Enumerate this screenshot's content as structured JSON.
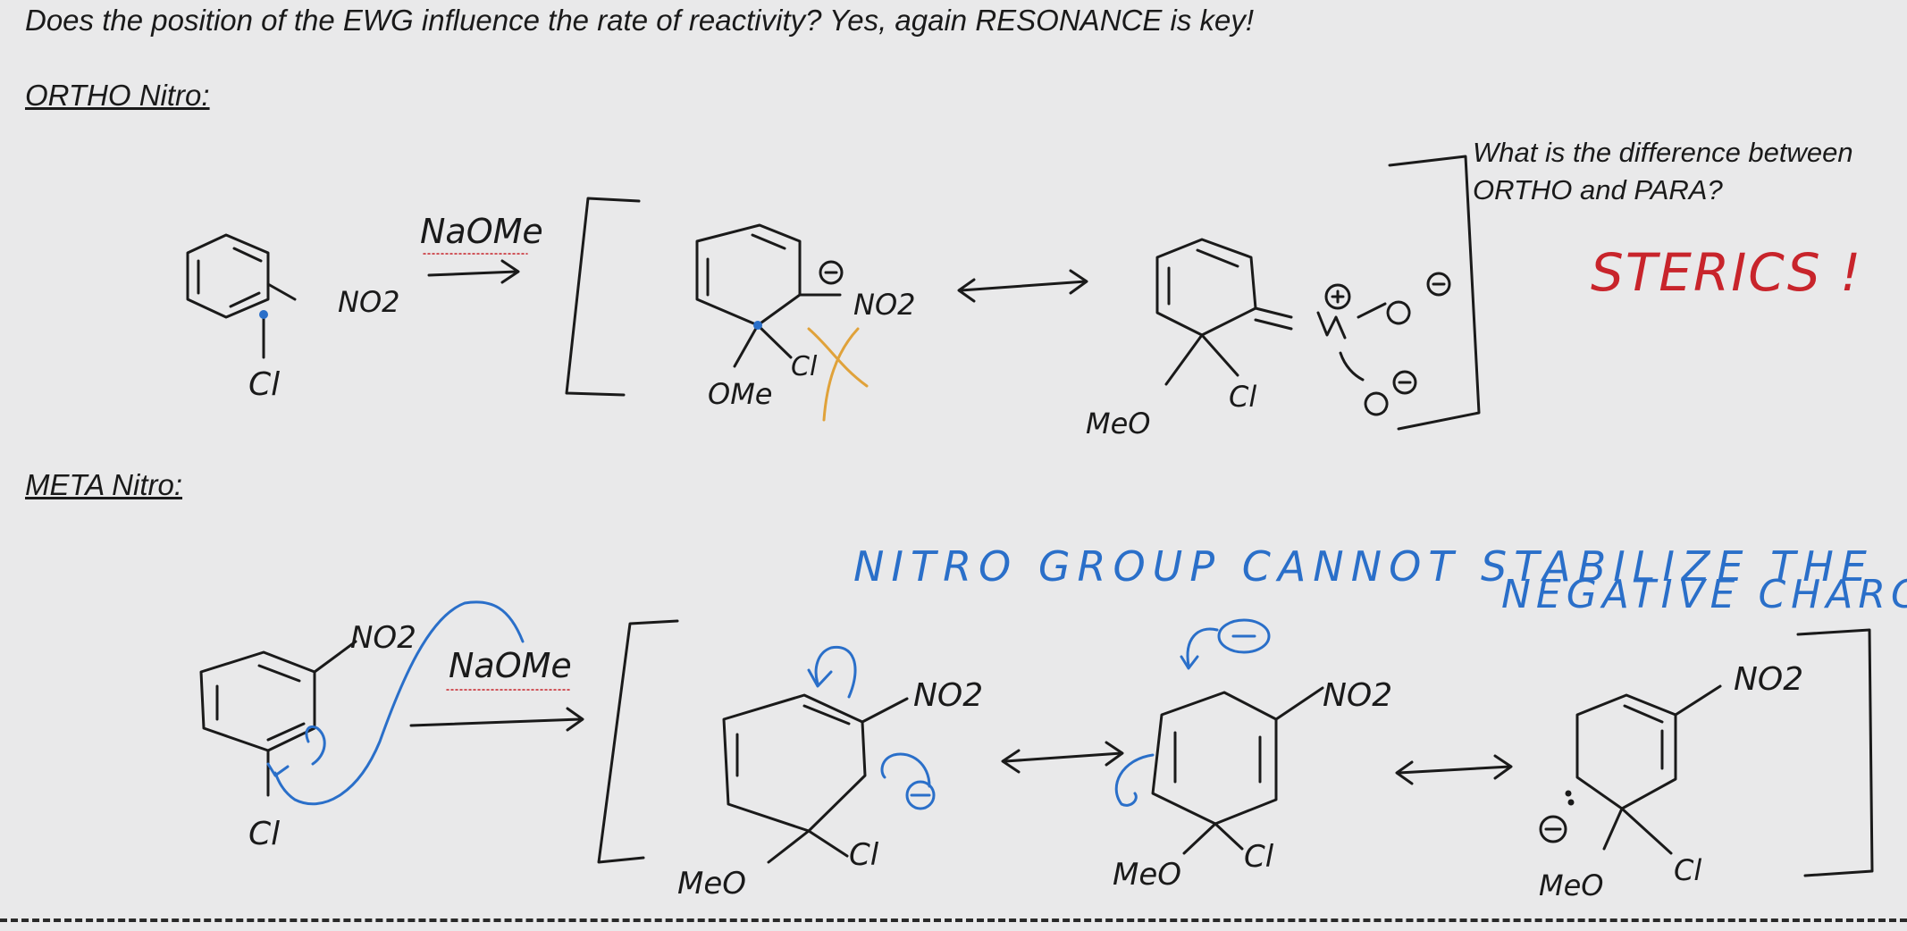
{
  "heading": "Does the position of the EWG influence the rate of reactivity?   Yes, again RESONANCE is key!",
  "ortho": {
    "title": "ORTHO Nitro:",
    "question": "What is the difference between ORTHO and PARA?",
    "answer": "STERICS !",
    "reagent": "NaOMe",
    "labels": {
      "no2": "NO2",
      "cl": "Cl",
      "ome": "OMe",
      "meo": "MeO"
    }
  },
  "meta": {
    "title": "META Nitro:",
    "reagent": "NaOMe",
    "note_line1": "NITRO GROUP CANNOT STABILIZE THE",
    "note_line2": "NEGATIVE CHARGE.",
    "labels": {
      "no2": "NO2",
      "cl": "Cl",
      "meo": "MeO"
    }
  },
  "colors": {
    "ink": "#1a1a1a",
    "blue": "#2a6fc9",
    "red": "#c8242b",
    "orange": "#e0a23a",
    "background": "#e9e9ea"
  }
}
